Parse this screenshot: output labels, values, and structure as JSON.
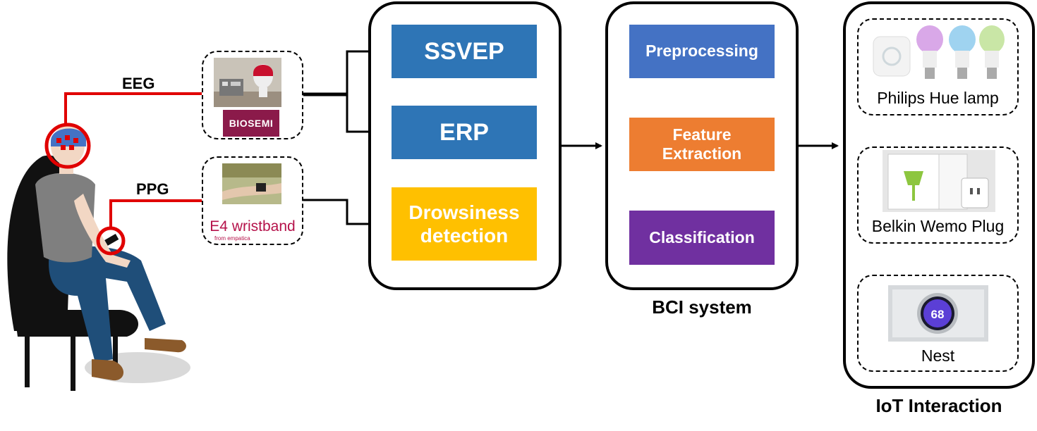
{
  "signals": {
    "eeg": "EEG",
    "ppg": "PPG"
  },
  "devices": {
    "biosemi": "BIOSEMI",
    "e4_title": "E4 wristband",
    "e4_sub": "from empatica"
  },
  "paradigms": {
    "ssvep": "SSVEP",
    "erp": "ERP",
    "drowsiness": "Drowsiness detection"
  },
  "bci": {
    "title": "BCI system",
    "preprocessing": "Preprocessing",
    "feature_extraction": "Feature Extraction",
    "classification": "Classification"
  },
  "iot": {
    "title": "IoT Interaction",
    "hue": "Philips Hue lamp",
    "wemo": "Belkin Wemo Plug",
    "nest": "Nest",
    "nest_temp": "68"
  },
  "colors": {
    "blue": "#2e75b6",
    "blue_light": "#4472c4",
    "yellow": "#ffc000",
    "orange": "#ed7d31",
    "purple": "#7030a0",
    "red": "#e00000"
  }
}
